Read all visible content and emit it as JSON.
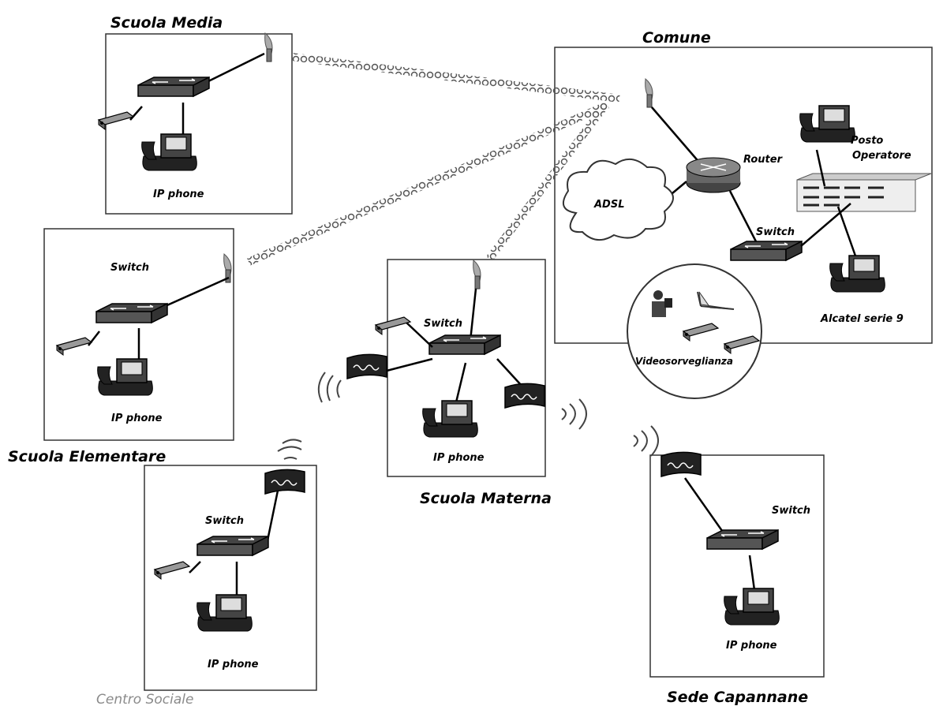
{
  "sites": {
    "media": {
      "title": "Scuola Media",
      "phone": "IP phone"
    },
    "elementare": {
      "title": "Scuola Elementare",
      "switch": "Switch",
      "phone": "IP phone"
    },
    "materna": {
      "title": "Scuola Materna",
      "switch": "Switch",
      "phone": "IP phone"
    },
    "sociale": {
      "title": "Centro Sociale",
      "switch": "Switch",
      "phone": "IP phone"
    },
    "capannane": {
      "title": "Sede Capannane",
      "switch": "Switch",
      "phone": "IP phone"
    },
    "comune": {
      "title": "Comune",
      "router": "Router",
      "adsl": "ADSL",
      "switch": "Switch",
      "operator_line1": "Posto",
      "operator_line2": "Operatore",
      "alcatel": "Alcatel serie 9",
      "video": "Videosorveglianza"
    }
  },
  "colors": {
    "line": "#000000",
    "box": "#333333",
    "wireless": "#555555"
  }
}
